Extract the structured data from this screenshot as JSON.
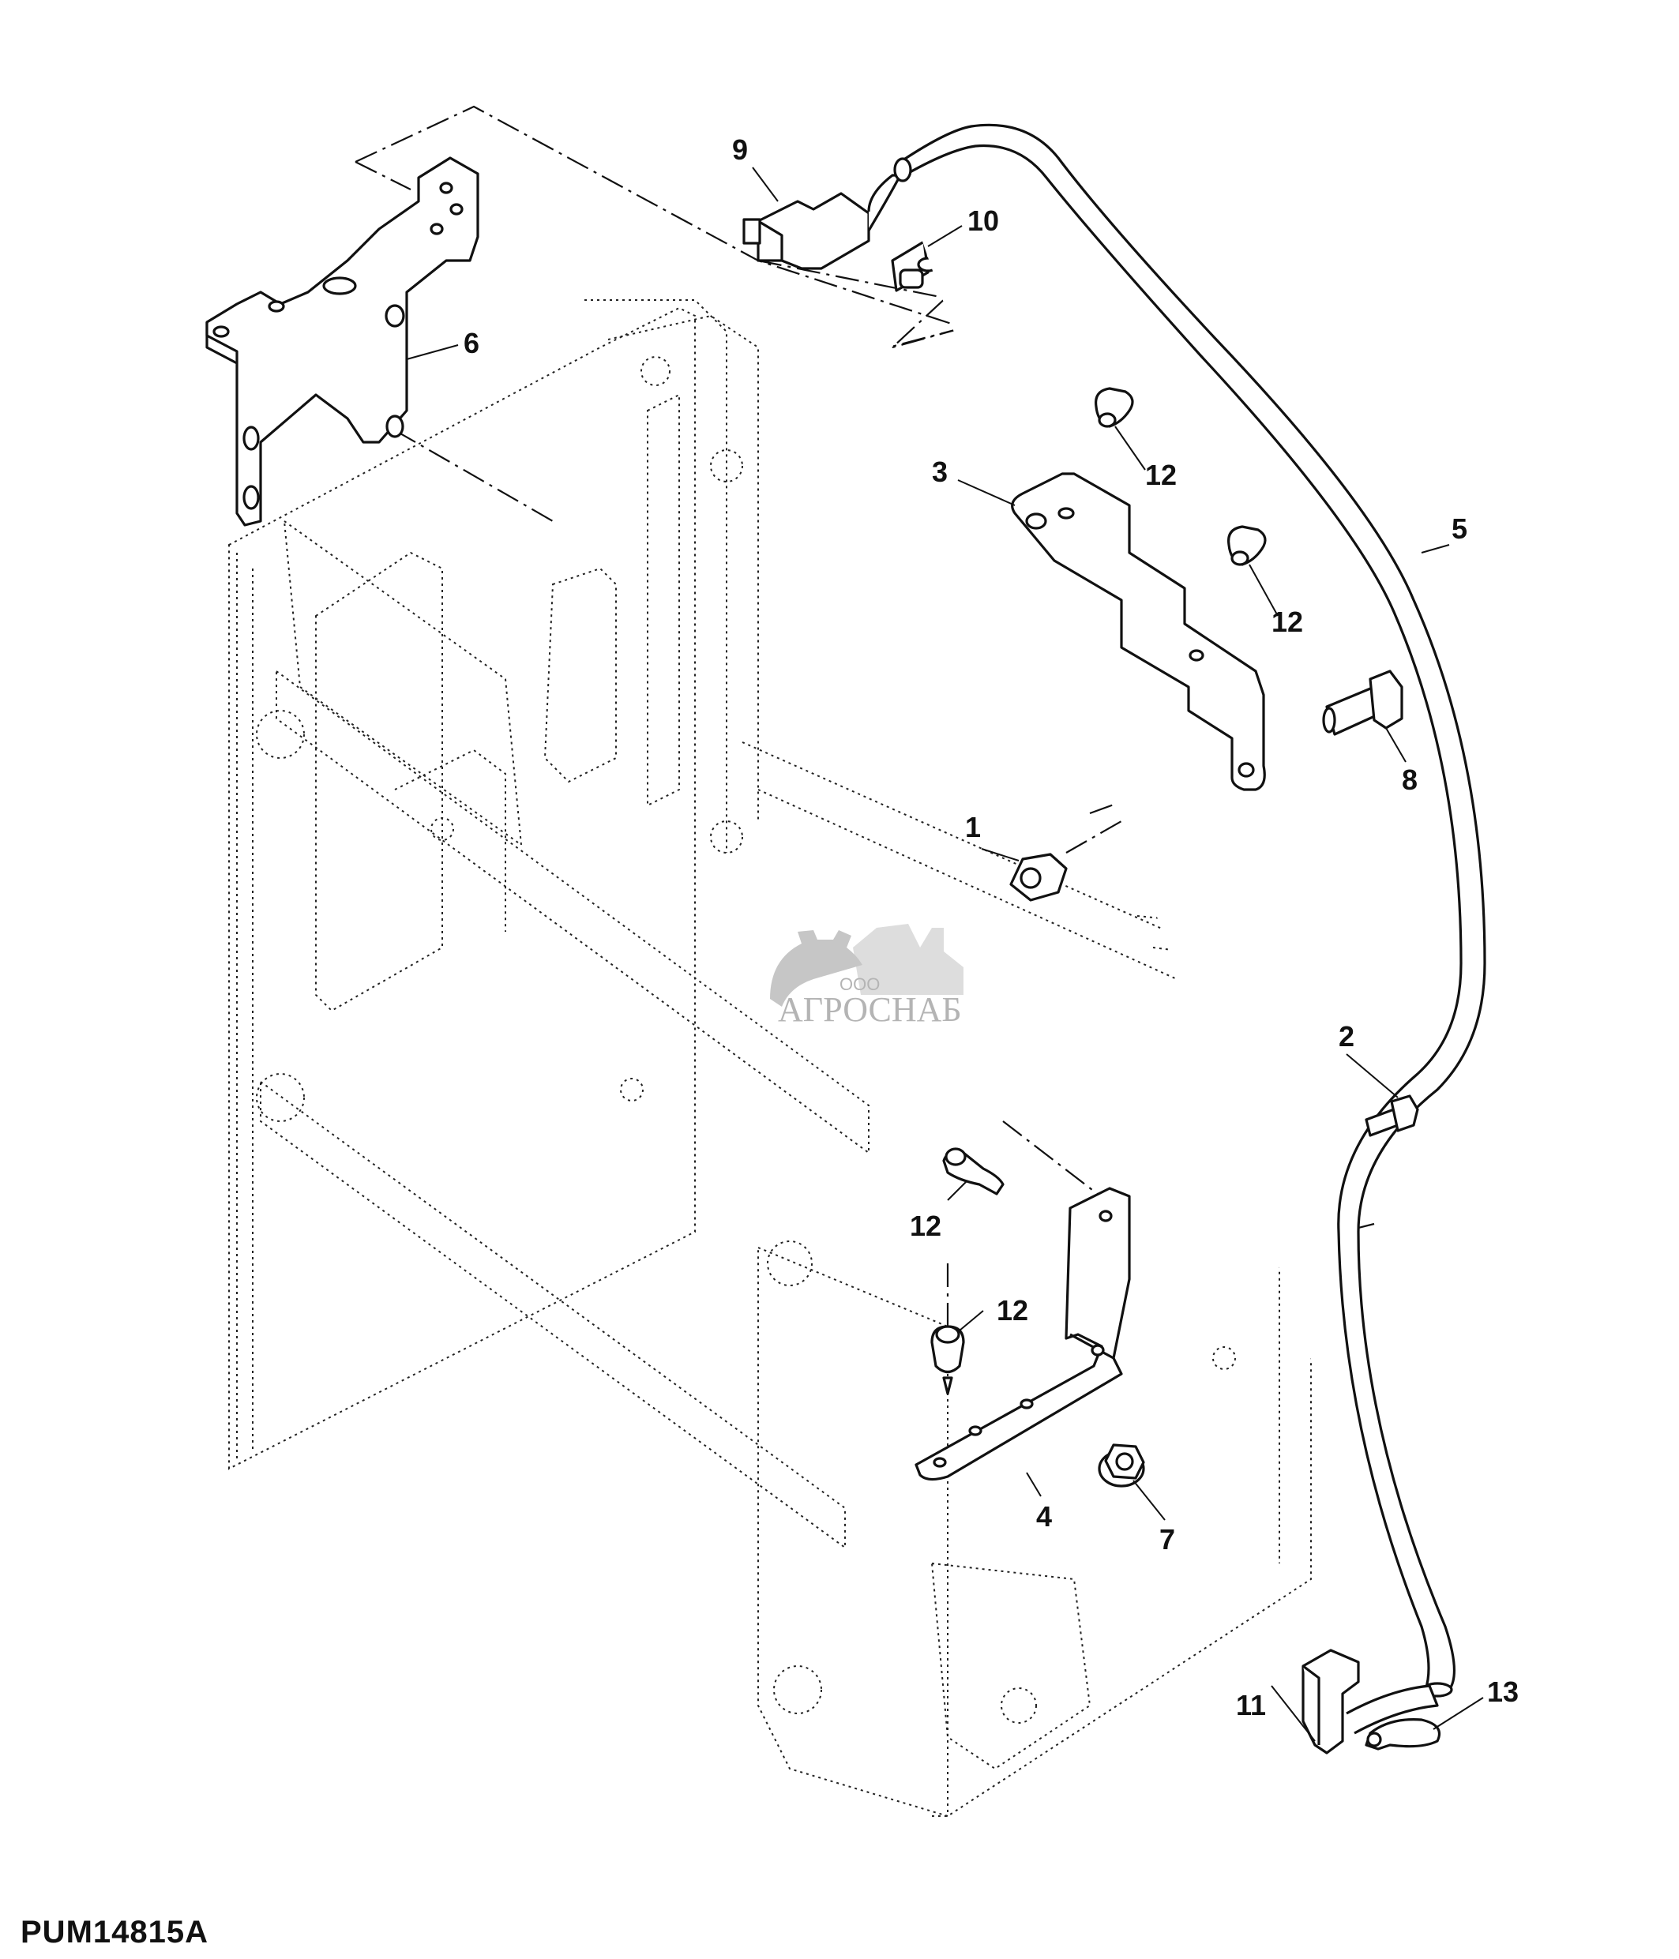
{
  "figure_id": "PUM14815A",
  "watermark": {
    "prefix": "ООО",
    "name": "АГРОСНАБ"
  },
  "callouts": [
    {
      "id": "1",
      "part": "nut"
    },
    {
      "id": "2",
      "part": "cap-screw"
    },
    {
      "id": "3",
      "part": "bracket-upper"
    },
    {
      "id": "4",
      "part": "bracket-lower"
    },
    {
      "id": "5",
      "part": "wiring-harness"
    },
    {
      "id": "6",
      "part": "mounting-plate"
    },
    {
      "id": "7",
      "part": "flange-nut"
    },
    {
      "id": "8",
      "part": "bolt"
    },
    {
      "id": "9",
      "part": "connector"
    },
    {
      "id": "10",
      "part": "connector-clip"
    },
    {
      "id": "11",
      "part": "connector-lower"
    },
    {
      "id": "12a",
      "label": "12",
      "part": "harness-clip"
    },
    {
      "id": "12b",
      "label": "12",
      "part": "harness-clip"
    },
    {
      "id": "12c",
      "label": "12",
      "part": "harness-clip"
    },
    {
      "id": "12d",
      "label": "12",
      "part": "harness-clip"
    },
    {
      "id": "13",
      "part": "cable-clamp"
    }
  ]
}
